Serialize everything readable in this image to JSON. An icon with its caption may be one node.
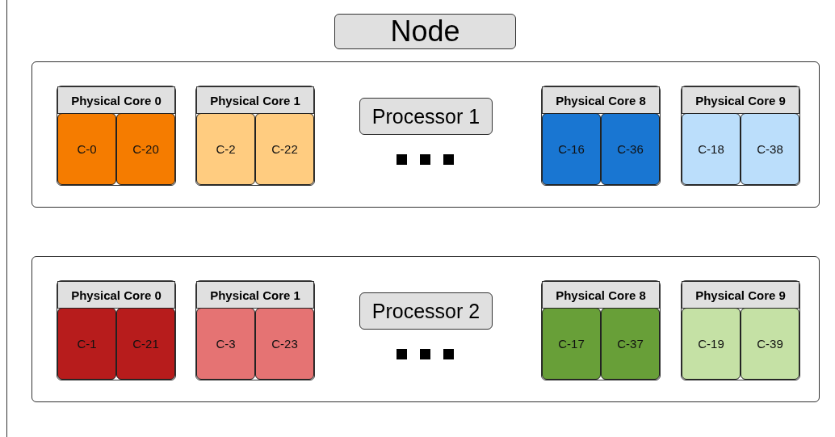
{
  "diagram": {
    "nodes": [
      {
        "text": [
          "Node"
        ]
      },
      {
        "text": [
          "Processor 1"
        ],
        "in": 0
      },
      {
        "text": [
          "Physical Core 0"
        ],
        "in": 1
      },
      {
        "text": [
          "C-0"
        ],
        "in": 2
      },
      {
        "text": [
          "C-20"
        ],
        "in": 2
      },
      {
        "text": [
          "Physical Core 1"
        ],
        "in": 1
      },
      {
        "text": [
          "C-2"
        ],
        "in": 5
      },
      {
        "text": [
          "C-22"
        ],
        "in": 5
      },
      {
        "text": [
          "Physical Core 8"
        ],
        "in": 1
      },
      {
        "text": [
          "C-16"
        ],
        "in": 8
      },
      {
        "text": [
          "C-36"
        ],
        "in": 8
      },
      {
        "text": [
          "Physical Core 9"
        ],
        "in": 1
      },
      {
        "text": [
          "C-18"
        ],
        "in": 11
      },
      {
        "text": [
          "C-38"
        ],
        "in": 11
      },
      {
        "text": [
          "Processor 2"
        ],
        "in": 0
      },
      {
        "text": [
          "Physical Core 0"
        ],
        "in": 14
      },
      {
        "text": [
          "C-1"
        ],
        "in": 15
      },
      {
        "text": [
          "C-21"
        ],
        "in": 15
      },
      {
        "text": [
          "Physical Core 1"
        ],
        "in": 14
      },
      {
        "text": [
          "C-3"
        ],
        "in": 18
      },
      {
        "text": [
          "C-23"
        ],
        "in": 18
      },
      {
        "text": [
          "Physical Core 8"
        ],
        "in": 14
      },
      {
        "text": [
          "C-17"
        ],
        "in": 21
      },
      {
        "text": [
          "C-37"
        ],
        "in": 21
      },
      {
        "text": [
          "Physical Core 9"
        ],
        "in": 14
      },
      {
        "text": [
          "C-19"
        ],
        "in": 24
      },
      {
        "text": [
          "C-39"
        ],
        "in": 24
      }
    ]
  }
}
